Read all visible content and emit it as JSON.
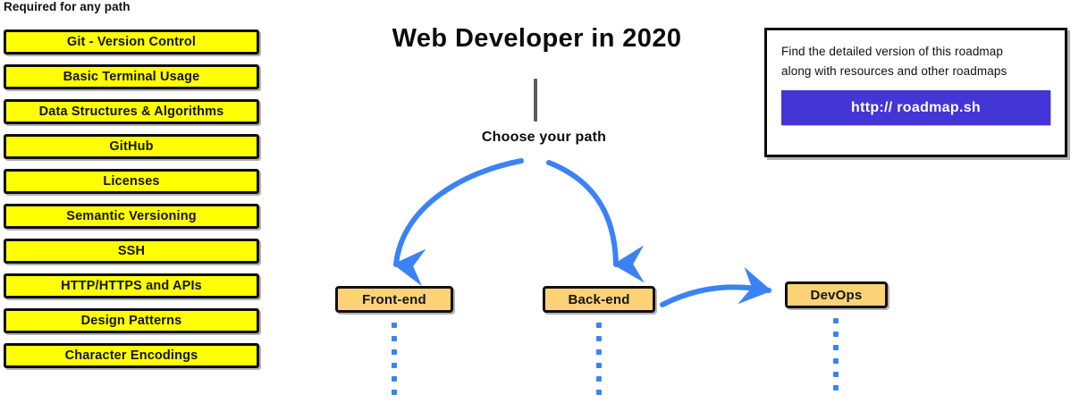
{
  "title": "Web Developer in 2020",
  "required": {
    "heading": "Required for any path",
    "items": [
      {
        "label": "Git - Version Control"
      },
      {
        "label": "Basic Terminal Usage"
      },
      {
        "label": "Data Structures & Algorithms"
      },
      {
        "label": "GitHub"
      },
      {
        "label": "Licenses"
      },
      {
        "label": "Semantic Versioning"
      },
      {
        "label": "SSH"
      },
      {
        "label": "HTTP/HTTPS and APIs"
      },
      {
        "label": "Design Patterns"
      },
      {
        "label": "Character Encodings"
      }
    ]
  },
  "center": {
    "choose_path_label": "Choose your path",
    "nodes": [
      {
        "label": "Front-end"
      },
      {
        "label": "Back-end"
      },
      {
        "label": "DevOps"
      }
    ]
  },
  "promo": {
    "line1": "Find the detailed version of this roadmap",
    "line2": "along with resources and other roadmaps",
    "button_label": "http:// roadmap.sh"
  },
  "colors": {
    "skill_box_fill": "#ffff00",
    "skill_box_border": "#0d0d0d",
    "path_node_fill": "#fbd276",
    "arrow_blue": "#3b82f6",
    "promo_button": "#4335d6",
    "connector_gray": "#5a5a5a",
    "text": "#111111"
  }
}
